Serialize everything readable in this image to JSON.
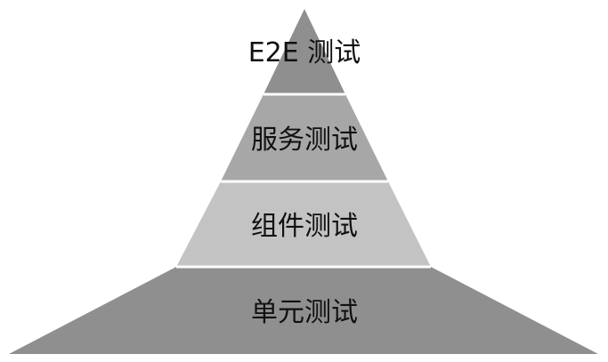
{
  "diagram": {
    "levels": [
      {
        "label": "E2E 测试",
        "color": "#8f8f8f"
      },
      {
        "label": "服务测试",
        "color": "#a7a7a7"
      },
      {
        "label": "组件测试",
        "color": "#c3c3c3"
      },
      {
        "label": "单元测试",
        "color": "#8f8f8f"
      }
    ],
    "separator_color": "#ffffff"
  }
}
